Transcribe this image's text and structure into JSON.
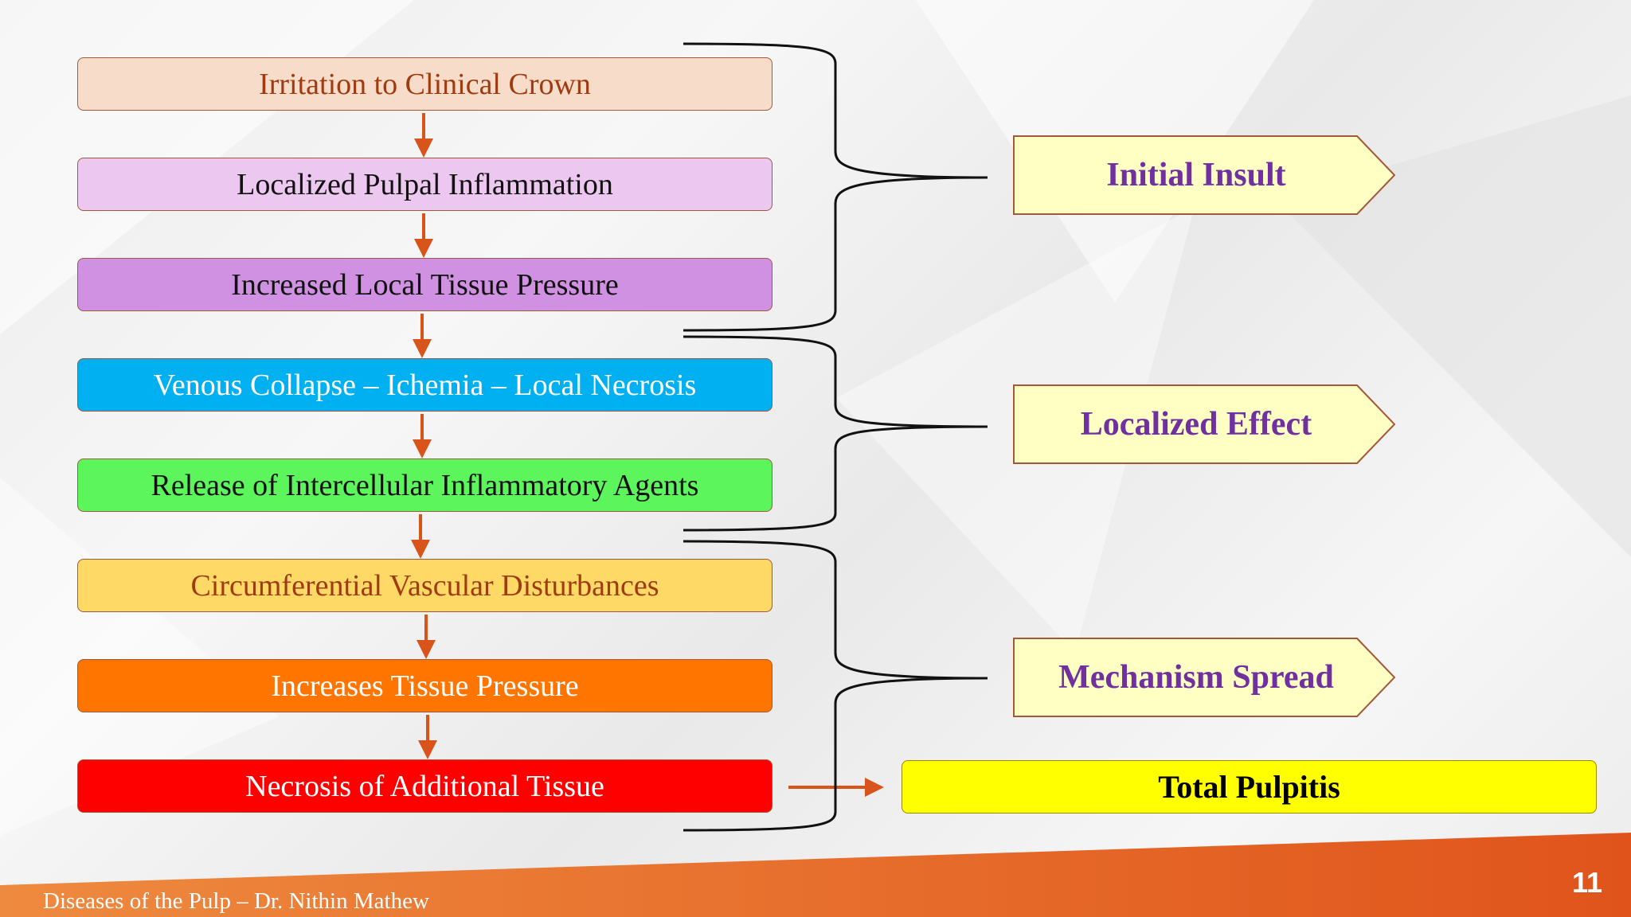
{
  "steps": [
    {
      "label": "Irritation to Clinical Crown",
      "fill": "#f7ddc9",
      "text_color": "#a03a10"
    },
    {
      "label": "Localized Pulpal Inflammation",
      "fill": "#ecc7ef",
      "text_color": "#111111"
    },
    {
      "label": "Increased Local Tissue Pressure",
      "fill": "#d191e2",
      "text_color": "#111111"
    },
    {
      "label": "Venous Collapse – Ichemia – Local Necrosis",
      "fill": "#00b0f0",
      "text_color": "#ffffff"
    },
    {
      "label": "Release of Intercellular Inflammatory Agents",
      "fill": "#5cf55c",
      "text_color": "#111111"
    },
    {
      "label": "Circumferential Vascular Disturbances",
      "fill": "#ffd966",
      "text_color": "#a03a10"
    },
    {
      "label": "Increases Tissue Pressure",
      "fill": "#ff7500",
      "text_color": "#ffffff"
    },
    {
      "label": "Necrosis of Additional Tissue",
      "fill": "#ff0000",
      "text_color": "#ffffff"
    }
  ],
  "stages": [
    {
      "label": "Initial Insult"
    },
    {
      "label": "Localized Effect"
    },
    {
      "label": "Mechanism Spread"
    }
  ],
  "outcome": {
    "label": "Total Pulpitis"
  },
  "colors": {
    "arrow": "#d9541a",
    "stage_fill": "#ffffc4",
    "stage_text": "#7030a0",
    "outcome_fill": "#ffff00",
    "footer_band": "#e8611f"
  },
  "footer": {
    "text": "Diseases of the Pulp – Dr. Nithin Mathew",
    "page_number": "11"
  }
}
